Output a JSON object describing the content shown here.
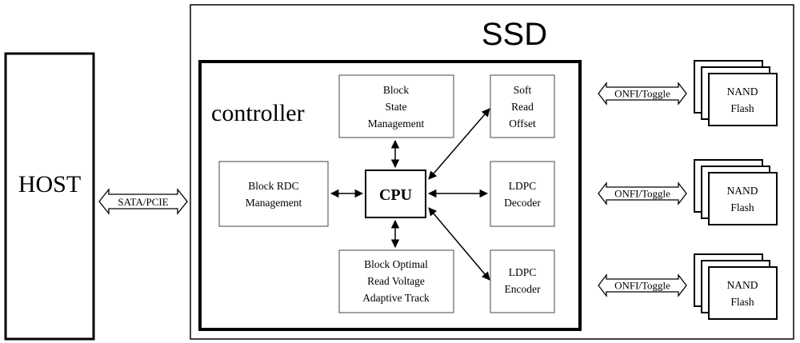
{
  "host": {
    "label": "HOST"
  },
  "ssd": {
    "label": "SSD"
  },
  "controller": {
    "label": "controller"
  },
  "blocks": {
    "block_state": [
      "Block",
      "State",
      "Management"
    ],
    "block_rdc": [
      "Block RDC",
      "Management"
    ],
    "cpu": "CPU",
    "block_optimal": [
      "Block Optimal",
      "Read Voltage",
      "Adaptive Track"
    ],
    "soft_read": [
      "Soft",
      "Read",
      "Offset"
    ],
    "ldpc_decoder": [
      "LDPC",
      "Decoder"
    ],
    "ldpc_encoder": [
      "LDPC",
      "Encoder"
    ]
  },
  "links": {
    "host_ssd": "SATA/PCIE",
    "onfi": [
      "ONFI/Toggle",
      "ONFI/Toggle",
      "ONFI/Toggle"
    ]
  },
  "nand": [
    [
      "NAND",
      "Flash"
    ],
    [
      "NAND",
      "Flash"
    ],
    [
      "NAND",
      "Flash"
    ]
  ],
  "colors": {
    "line": "#000000",
    "box_border": "#444444"
  }
}
